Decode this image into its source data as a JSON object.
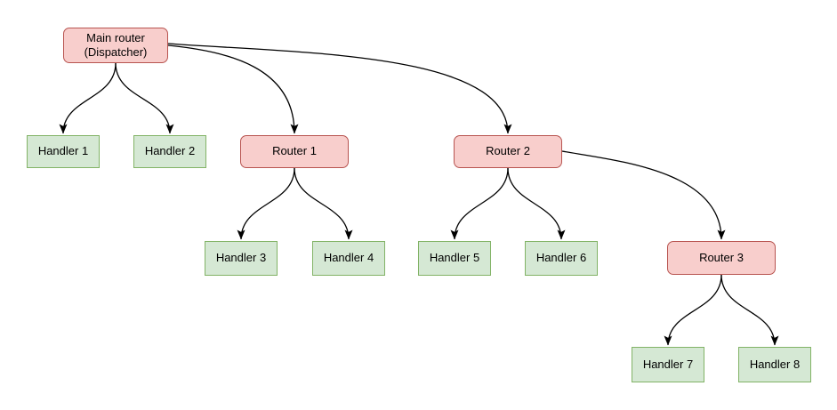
{
  "diagram": {
    "type": "flow-tree",
    "background": "#ffffff",
    "nodes": {
      "main": {
        "label": "Main router\n(Dispatcher)",
        "kind": "router"
      },
      "h1": {
        "label": "Handler 1",
        "kind": "handler"
      },
      "h2": {
        "label": "Handler 2",
        "kind": "handler"
      },
      "r1": {
        "label": "Router 1",
        "kind": "router"
      },
      "r2": {
        "label": "Router 2",
        "kind": "router"
      },
      "h3": {
        "label": "Handler 3",
        "kind": "handler"
      },
      "h4": {
        "label": "Handler 4",
        "kind": "handler"
      },
      "h5": {
        "label": "Handler 5",
        "kind": "handler"
      },
      "h6": {
        "label": "Handler 6",
        "kind": "handler"
      },
      "r3": {
        "label": "Router 3",
        "kind": "router"
      },
      "h7": {
        "label": "Handler 7",
        "kind": "handler"
      },
      "h8": {
        "label": "Handler 8",
        "kind": "handler"
      }
    },
    "edges": [
      {
        "from": "main",
        "to": "h1"
      },
      {
        "from": "main",
        "to": "h2"
      },
      {
        "from": "main",
        "to": "r1"
      },
      {
        "from": "main",
        "to": "r2"
      },
      {
        "from": "r1",
        "to": "h3"
      },
      {
        "from": "r1",
        "to": "h4"
      },
      {
        "from": "r2",
        "to": "h5"
      },
      {
        "from": "r2",
        "to": "h6"
      },
      {
        "from": "r2",
        "to": "r3"
      },
      {
        "from": "r3",
        "to": "h7"
      },
      {
        "from": "r3",
        "to": "h8"
      }
    ],
    "colors": {
      "router_fill": "#f8cecc",
      "router_border": "#b85450",
      "handler_fill": "#d5e8d4",
      "handler_border": "#82b366",
      "edge": "#000000",
      "text": "#000000"
    }
  }
}
